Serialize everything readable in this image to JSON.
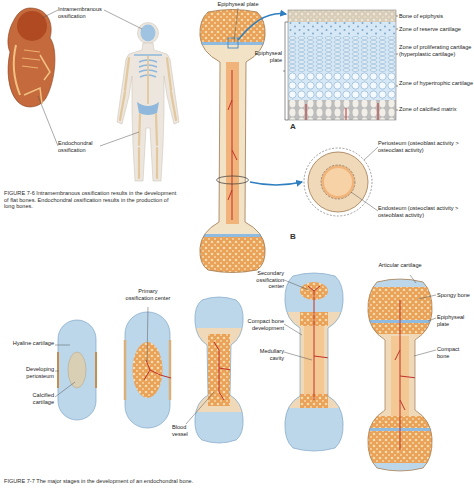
{
  "diagram": {
    "labels": [
      "Intramembranous ossification",
      "Endochondral ossification",
      "FIGURE 7-6 Intramembranous ossification results in the development of flat bones. Endochondral ossification results in the production of long bones.",
      "Epiphyseal plate",
      "Epiphyseal plate",
      "Bone of epiphysis",
      "Zone of reserve cartilage",
      "Zone of proliferating cartilage (hyperplastic cartilage)",
      "Zone of hypertrophic cartilage",
      "Zone of calcified matrix",
      "A",
      "Periosteum (osteoblast activity > osteoclast activity)",
      "Endosteum (osteoclast activity > osteoblast activity)",
      "B",
      "Hyaline cartilage",
      "Developing periosteum",
      "Calcified cartilage",
      "Primary ossification center",
      "Blood vessel",
      "Secondary ossification center",
      "Compact bone development",
      "Medullary cavity",
      "Articular cartilage",
      "Spongy bone",
      "Epiphyseal plate",
      "Compact bone",
      "FIGURE 7-7 The major stages in the development of an endochondral bone."
    ]
  }
}
